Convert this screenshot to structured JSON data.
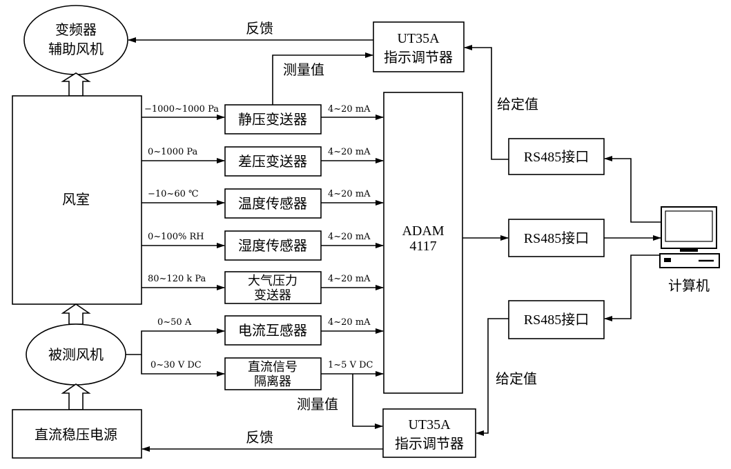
{
  "nodes": {
    "fan_vfd": [
      "变频器",
      "辅助风机"
    ],
    "ut35a_top": [
      "UT35A",
      "指示调节器"
    ],
    "wind_chamber": "风室",
    "static_tx": "静压变送器",
    "diff_tx": "差压变送器",
    "temp_sensor": "温度传感器",
    "hum_sensor": "湿度传感器",
    "atm_tx": [
      "大气压力",
      "变送器"
    ],
    "current_tx": "电流互感器",
    "dc_iso": [
      "直流信号",
      "隔离器"
    ],
    "adam": [
      "ADAM",
      "4117"
    ],
    "rs485_a": "RS485接口",
    "rs485_b": "RS485接口",
    "rs485_c": "RS485接口",
    "computer": "计算机",
    "test_fan": "被测风机",
    "dc_power": "直流稳压电源",
    "ut35a_bottom": [
      "UT35A",
      "指示调节器"
    ]
  },
  "labels": {
    "feedback_top": "反馈",
    "measure_top": "测量值",
    "setpoint_top": "给定值",
    "setpoint_bottom": "给定值",
    "measure_bottom": "测量值",
    "feedback_bottom": "反馈",
    "range_static": "−1000~1000 Pa",
    "range_diff": "0~1000 Pa",
    "range_temp": "−10~60 ℃",
    "range_hum": "0~100% RH",
    "range_atm": "80~120 k Pa",
    "range_current": "0~50 A",
    "range_voltage": "0~30 V DC",
    "sig_static": "4~20 mA",
    "sig_diff": "4~20 mA",
    "sig_temp": "4~20 mA",
    "sig_hum": "4~20 mA",
    "sig_atm": "4~20 mA",
    "sig_current": "4~20 mA",
    "sig_voltage": "1~5 V DC"
  }
}
